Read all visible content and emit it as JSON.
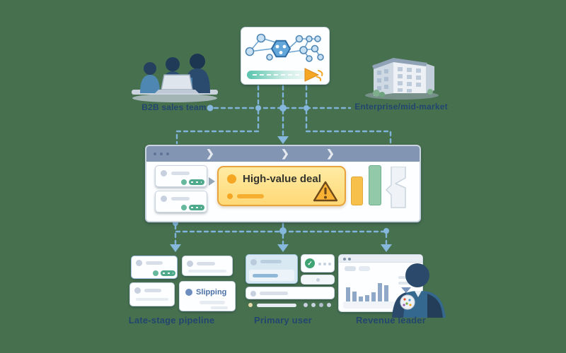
{
  "colors": {
    "background": "#47704F",
    "connector_blue": "#7FB3D9",
    "label_text": "#23466E",
    "callout_bg_top": "#FFEBA3",
    "callout_bg_bottom": "#FFD977",
    "callout_border": "#E8A33D",
    "warning_orange": "#F5A623",
    "browser_header": "#8296B4",
    "green_status": "#4FA98B",
    "slipping_blue": "#4C71A8"
  },
  "sources": {
    "sales_team": {
      "label": "B2B sales team",
      "illustration": "three-people-at-laptop"
    },
    "ai_engine": {
      "illustration": "network-graph-card-with-progress-arrow"
    },
    "market": {
      "label": "Enterprise/mid-market",
      "illustration": "office-building"
    }
  },
  "pipeline_window": {
    "window_dots": 3,
    "stage_chevrons": 3,
    "deal_cards": 2,
    "callout": {
      "label": "High-value deal",
      "icon": "warning-triangle-icon"
    }
  },
  "outputs": [
    {
      "label": "Late-stage pipeline",
      "badge": "Slipping",
      "cards": 4
    },
    {
      "label": "Primary user",
      "icon": "check-circle-icon"
    },
    {
      "label": "Revenue leader",
      "illustration": "person-viewing-dashboard"
    }
  ],
  "icons": {
    "warning": "⚠",
    "check": "✓",
    "stage_chevron": "❯",
    "window_dots": "• • •"
  },
  "chart_data": {
    "type": "bar",
    "context": "mini bar chart on revenue dashboard illustration (no axis labels visible)",
    "values": [
      24,
      18,
      11,
      13,
      17,
      30,
      27
    ],
    "ylim": [
      0,
      32
    ],
    "grid": false,
    "legend": false
  }
}
